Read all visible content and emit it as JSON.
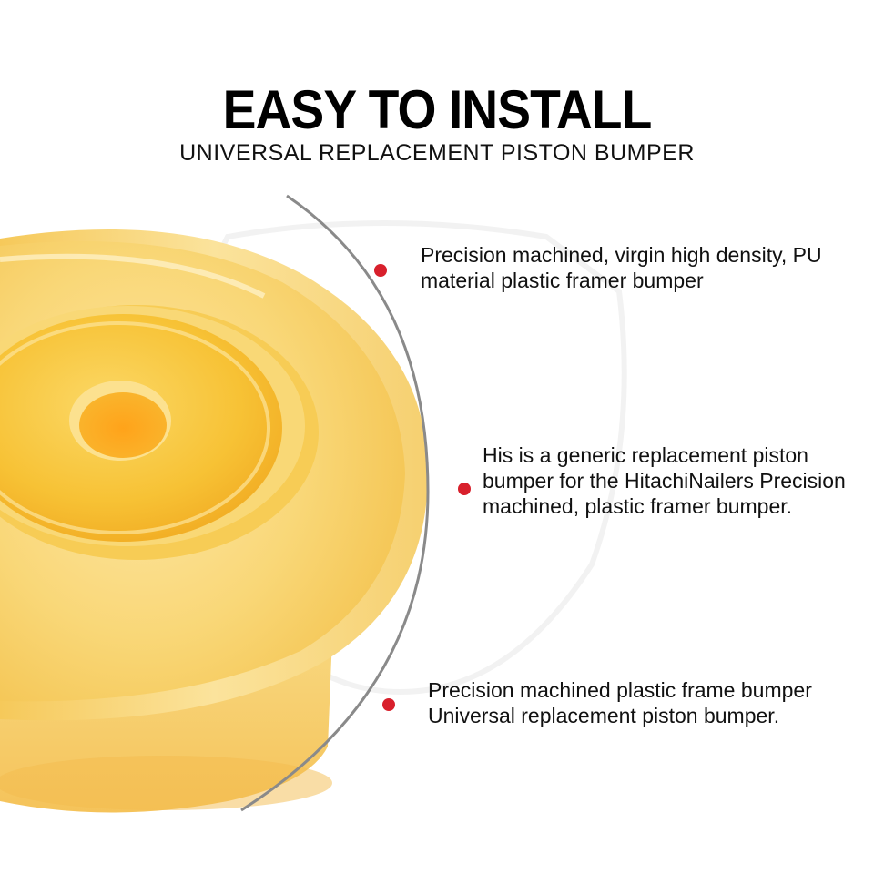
{
  "header": {
    "title": "EASY TO INSTALL",
    "subtitle": "UNIVERSAL REPLACEMENT PISTON BUMPER"
  },
  "features": [
    {
      "text": "Precision machined, virgin high density, PU material plastic framer bumper"
    },
    {
      "text": "His is a generic replacement piston bumper for the HitachiNailers Precision machined, plastic framer bumper."
    },
    {
      "text": "Precision machined plastic frame bumper Universal replacement piston bumper."
    }
  ],
  "colors": {
    "bumper_light": "#fbe9b0",
    "bumper_mid": "#f7cf5a",
    "bumper_dark": "#f0a51c",
    "bumper_hole": "#f8b322",
    "marker": "#d8202c",
    "arc": "#8a8a8a"
  }
}
